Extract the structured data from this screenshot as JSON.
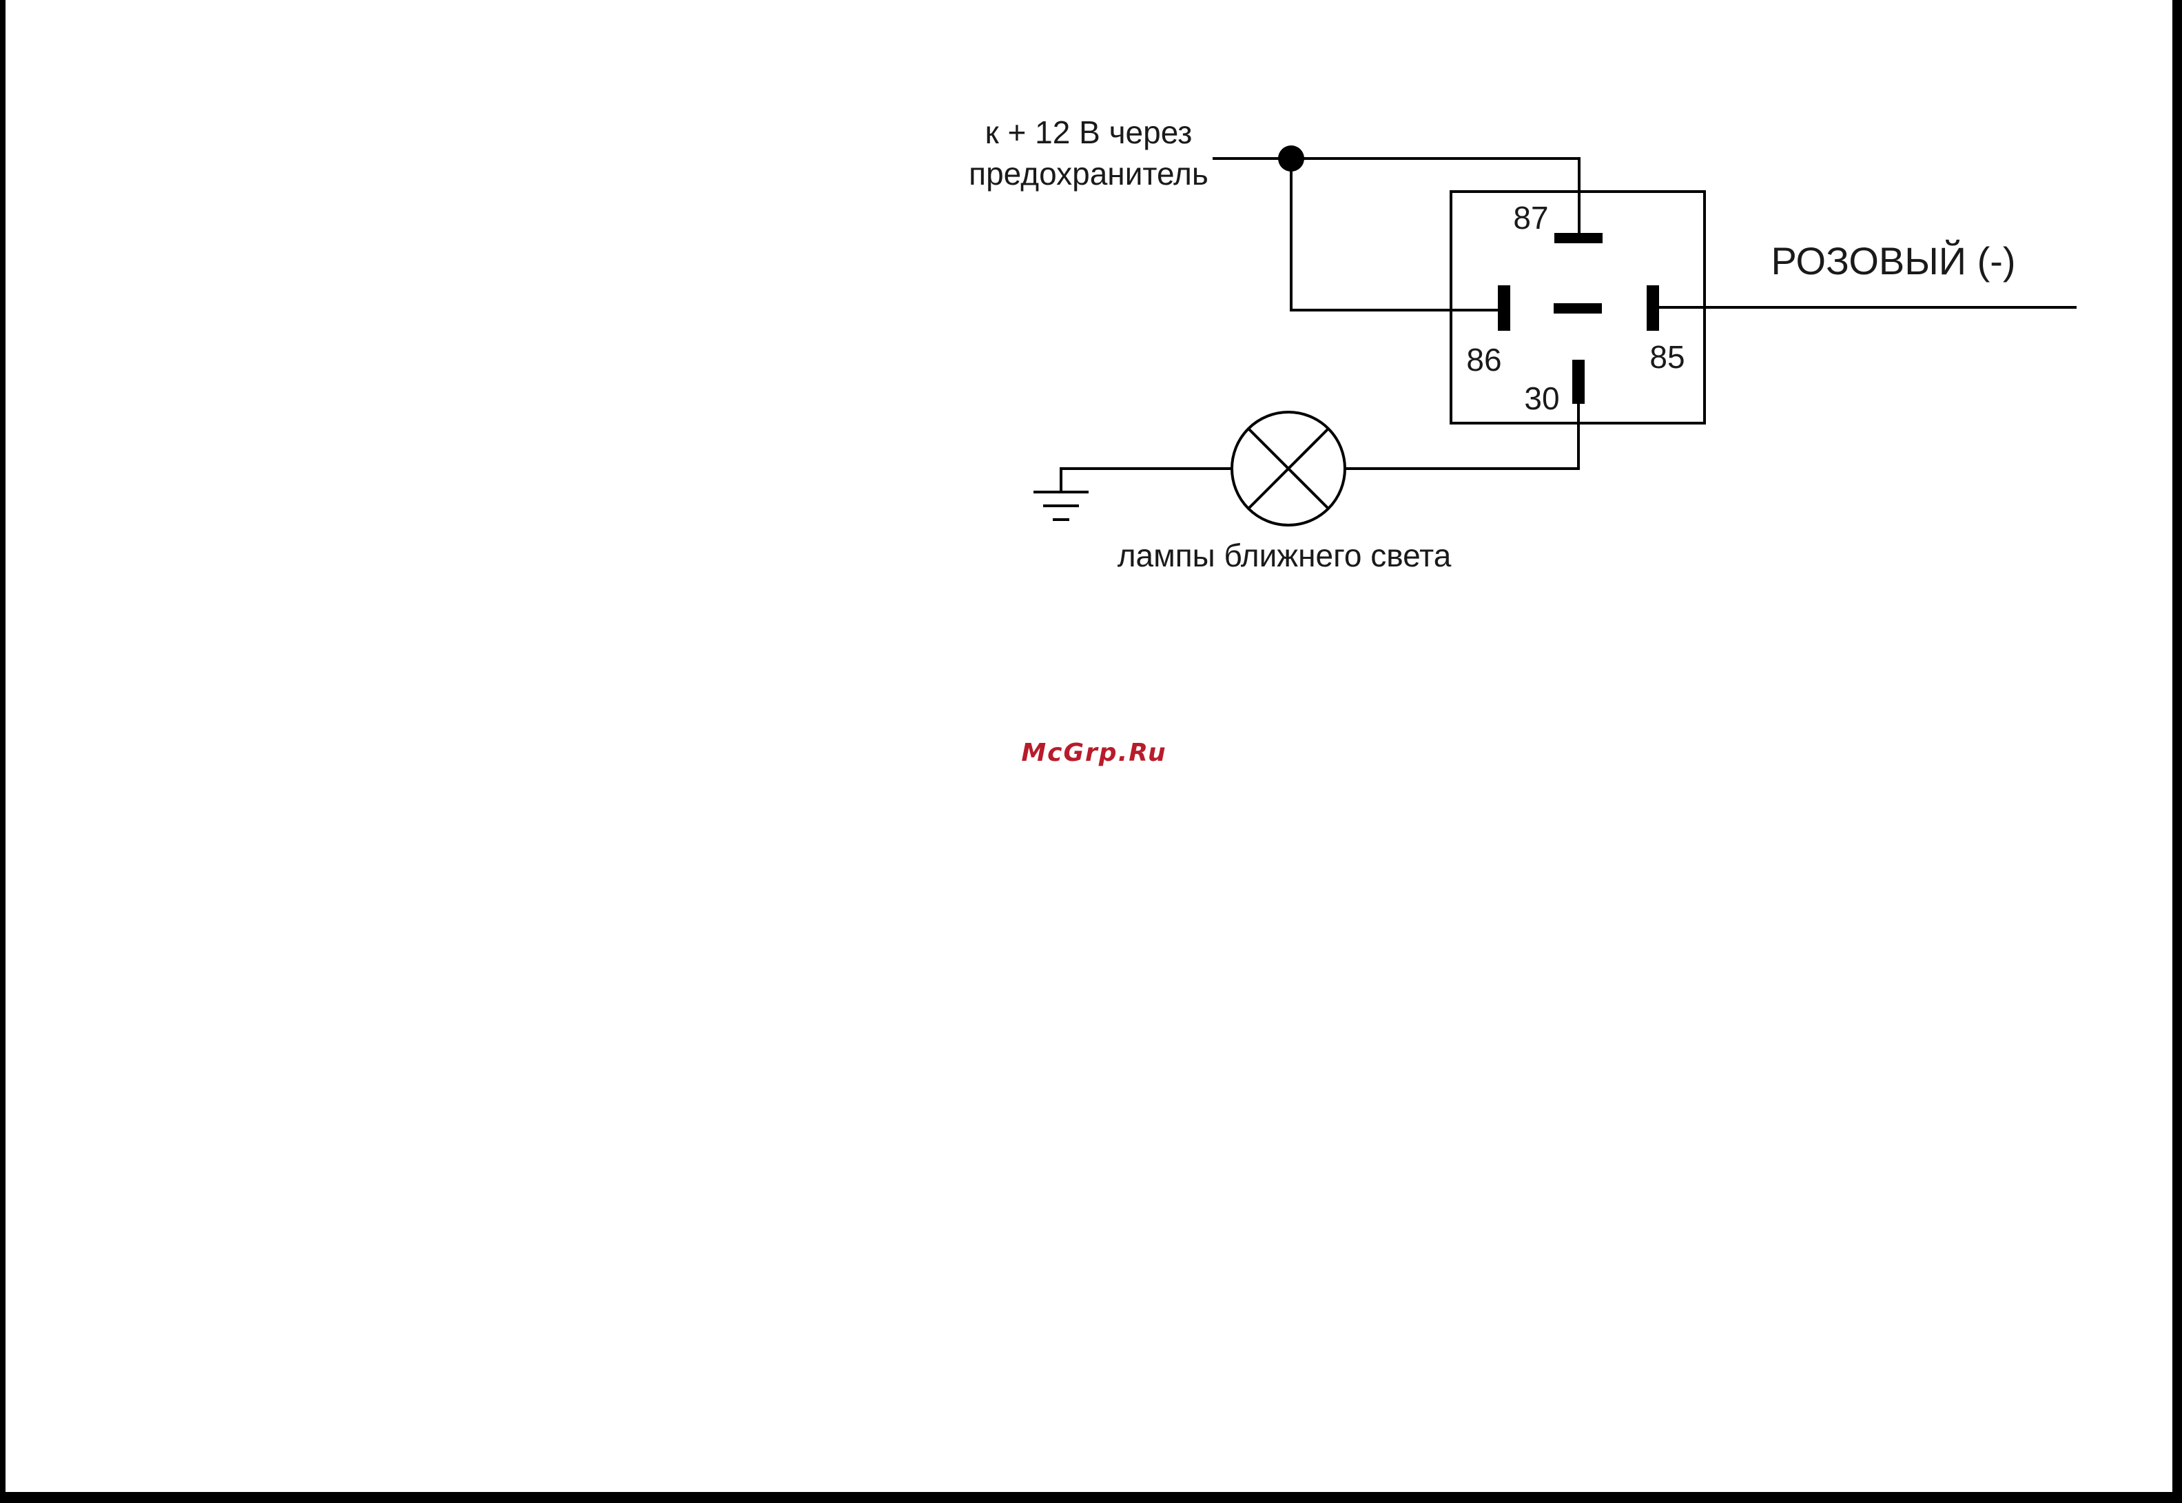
{
  "supply_label": {
    "line1": "к + 12 В через",
    "line2": "предохранитель"
  },
  "wire_label": "РОЗОВЫЙ (-)",
  "lamp_label": "лампы ближнего света",
  "relay": {
    "pin_87": "87",
    "pin_86": "86",
    "pin_85": "85",
    "pin_30": "30"
  },
  "watermark": "McGrp.Ru",
  "colors": {
    "line": "#000000",
    "text": "#1a1a1a",
    "watermark": "#b81c2a"
  },
  "icons": [
    "ground-icon",
    "lamp-icon",
    "junction-dot-icon"
  ]
}
